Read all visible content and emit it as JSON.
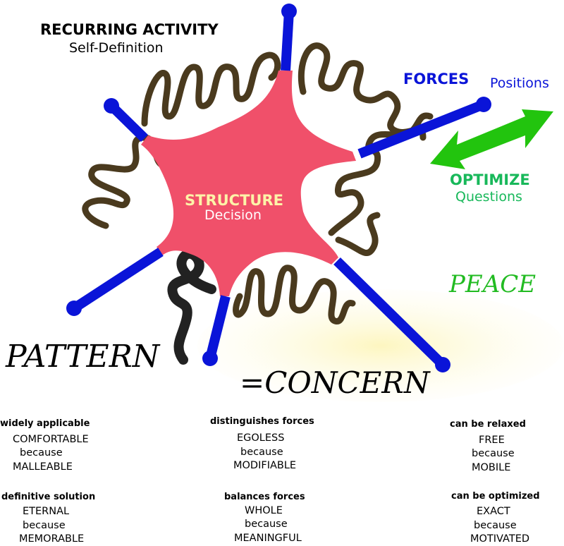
{
  "top": {
    "title": "RECURRING ACTIVITY",
    "subtitle": "Self-Definition"
  },
  "forces": {
    "title": "FORCES",
    "subtitle": "Positions"
  },
  "optimize": {
    "title": "OPTIMIZE",
    "subtitle": "Questions"
  },
  "center": {
    "title": "STRUCTURE",
    "subtitle": "Decision"
  },
  "peace": "PEACE",
  "pattern": "PATTERN",
  "concern": "=CONCERN",
  "colors": {
    "rod": "#0a14d8",
    "star": "#f0506a",
    "arrow": "#22c40e",
    "squiggle": "#4a3a1e"
  },
  "columns": [
    {
      "blocks": [
        {
          "label": "widely applicable",
          "a": "COMFORTABLE",
          "because": "because",
          "b": "MALLEABLE"
        },
        {
          "label": "definitive solution",
          "a": "ETERNAL",
          "because": "because",
          "b": "MEMORABLE"
        }
      ]
    },
    {
      "blocks": [
        {
          "label": "distinguishes forces",
          "a": "EGOLESS",
          "because": "because",
          "b": "MODIFIABLE"
        },
        {
          "label": "balances forces",
          "a": "WHOLE",
          "because": "because",
          "b": "MEANINGFUL"
        }
      ]
    },
    {
      "blocks": [
        {
          "label": "can be relaxed",
          "a": "FREE",
          "because": "because",
          "b": "MOBILE"
        },
        {
          "label": "can be optimized",
          "a": "EXACT",
          "because": "because",
          "b": "MOTIVATED"
        }
      ]
    }
  ]
}
